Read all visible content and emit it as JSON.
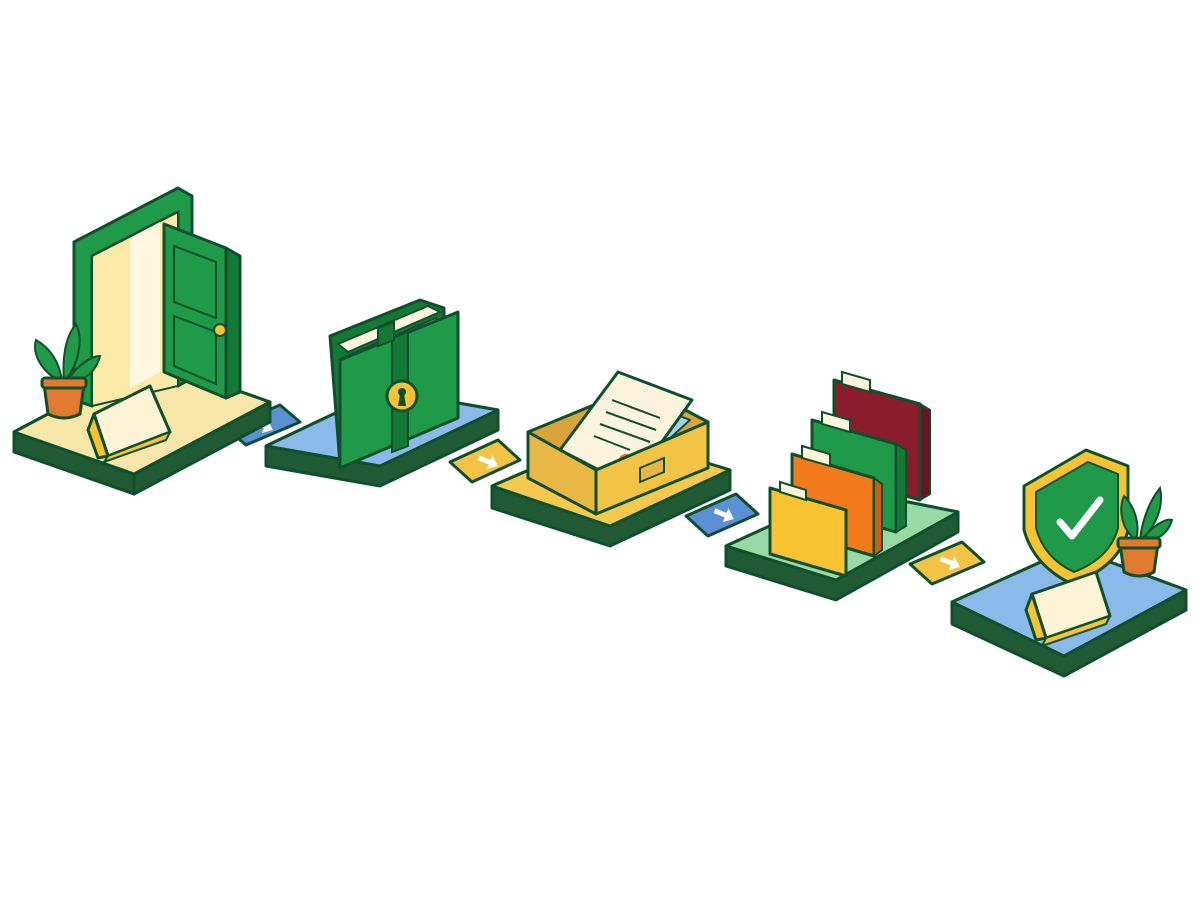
{
  "colors": {
    "outline": "#0f4f2c",
    "green": "#1e9a48",
    "green_dark": "#137a36",
    "cream": "#fbf3dc",
    "cream_light": "#fff7e0",
    "tile_yellow": "#f6e7a8",
    "tile_blue": "#8bb9ea",
    "tile_gold": "#f5c94e",
    "tile_mint": "#98d9a5",
    "tile_base": "#1f5a35",
    "folder_yellow": "#f7c331",
    "folder_orange": "#f27a1a",
    "folder_red": "#8a1c2c",
    "tray_gold": "#e9b746",
    "stamp_orange": "#f06a24",
    "connector_blue": "#5b8fd6",
    "connector_gold": "#f3c443",
    "pot": "#e07a2e"
  },
  "steps": [
    {
      "name": "entrance",
      "tile_color": "tile_yellow",
      "icon": "open-door-icon"
    },
    {
      "name": "secure-folder",
      "tile_color": "tile_blue",
      "icon": "locked-folder-icon"
    },
    {
      "name": "document-intake",
      "tile_color": "tile_gold",
      "icon": "document-tray-icon"
    },
    {
      "name": "organized-files",
      "tile_color": "tile_mint",
      "icon": "file-folders-icon"
    },
    {
      "name": "protected-result",
      "tile_color": "tile_blue",
      "icon": "shield-check-icon"
    }
  ],
  "connectors": [
    {
      "name": "connector-1",
      "color": "connector_blue",
      "icon": "arrow-right-icon"
    },
    {
      "name": "connector-2",
      "color": "connector_gold",
      "icon": "arrow-right-icon"
    },
    {
      "name": "connector-3",
      "color": "connector_blue",
      "icon": "arrow-right-icon"
    },
    {
      "name": "connector-4",
      "color": "connector_gold",
      "icon": "arrow-right-icon"
    }
  ]
}
